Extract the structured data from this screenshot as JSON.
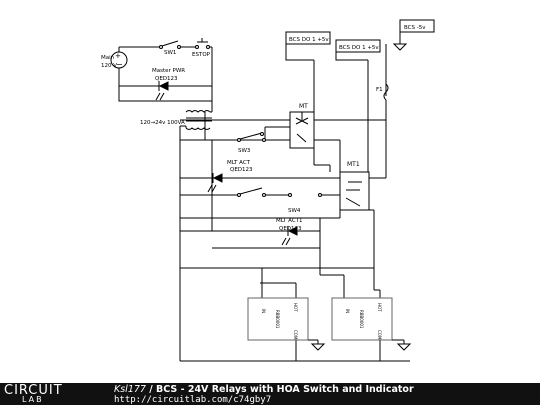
{
  "labels": {
    "sw1": "SW1",
    "estop": "ESTOP",
    "main_name": "Main",
    "main_voltage": "120 V",
    "master_pwr_name": "Master PWR",
    "master_pwr_part": "QED123",
    "transformer": "120→24v 100VA",
    "sw3": "SW3",
    "mlt_act_name": "MLT ACT",
    "mlt_act_part": "QED123",
    "sw4": "SW4",
    "mlt_act1_name": "MLT ACT1",
    "mlt_act1_part": "QED123",
    "mt": "MT",
    "mt1": "MT1",
    "f1": "F1",
    "bcs_do1_a": "BCS DO 1 +5v",
    "bcs_do1_b": "BCS DO 1 +5v",
    "bcs_neg": "BCS -5v",
    "relay1_in": "IN",
    "relay1_hot": "HOT",
    "relay1_name": "RBB0001",
    "relay1_com": "COM",
    "relay2_in": "IN",
    "relay2_hot": "HOT",
    "relay2_name": "RBB0001",
    "relay2_com": "COM"
  },
  "footer": {
    "logo_top": "CIRCUIT",
    "logo_bottom": "LAB",
    "user": "Ksl177",
    "separator": " / ",
    "title": "BCS - 24V Relays with HOA Switch and Indicator",
    "url": "http://circuitlab.com/c74gby7"
  }
}
